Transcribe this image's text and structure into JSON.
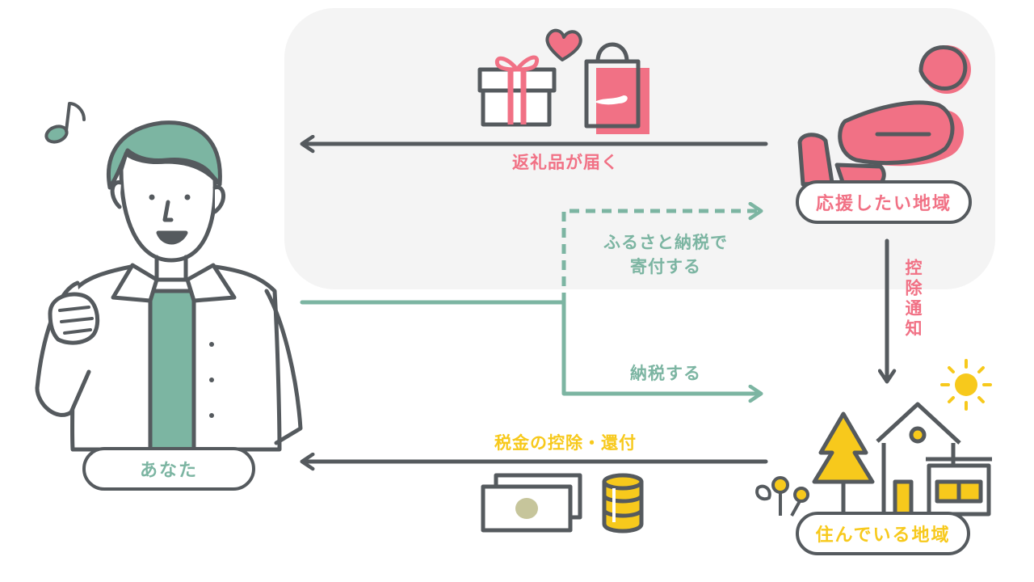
{
  "colors": {
    "outline": "#555a5e",
    "green": "#7cb5a2",
    "pink": "#f17185",
    "yellow": "#f7c91c",
    "panel": "#f4f4f4"
  },
  "nodes": {
    "you": "あなた",
    "support_region": "応援したい地域",
    "home_region": "住んでいる地域"
  },
  "flows": {
    "return_gift": "返礼品が届く",
    "furusato_donation": "ふるさと納税で\n寄付する",
    "pay_tax": "納税する",
    "tax_deduction": "税金の控除・還付",
    "deduction_notice": "控除通知"
  },
  "icons": [
    "music-note-icon",
    "gift-box-icon",
    "heart-icon",
    "shopping-bag-icon",
    "person-silhouette-icon",
    "banknote-icon",
    "coin-stack-icon",
    "sun-icon",
    "tree-icon",
    "house-icon",
    "flower-icon",
    "leaf-icon"
  ]
}
